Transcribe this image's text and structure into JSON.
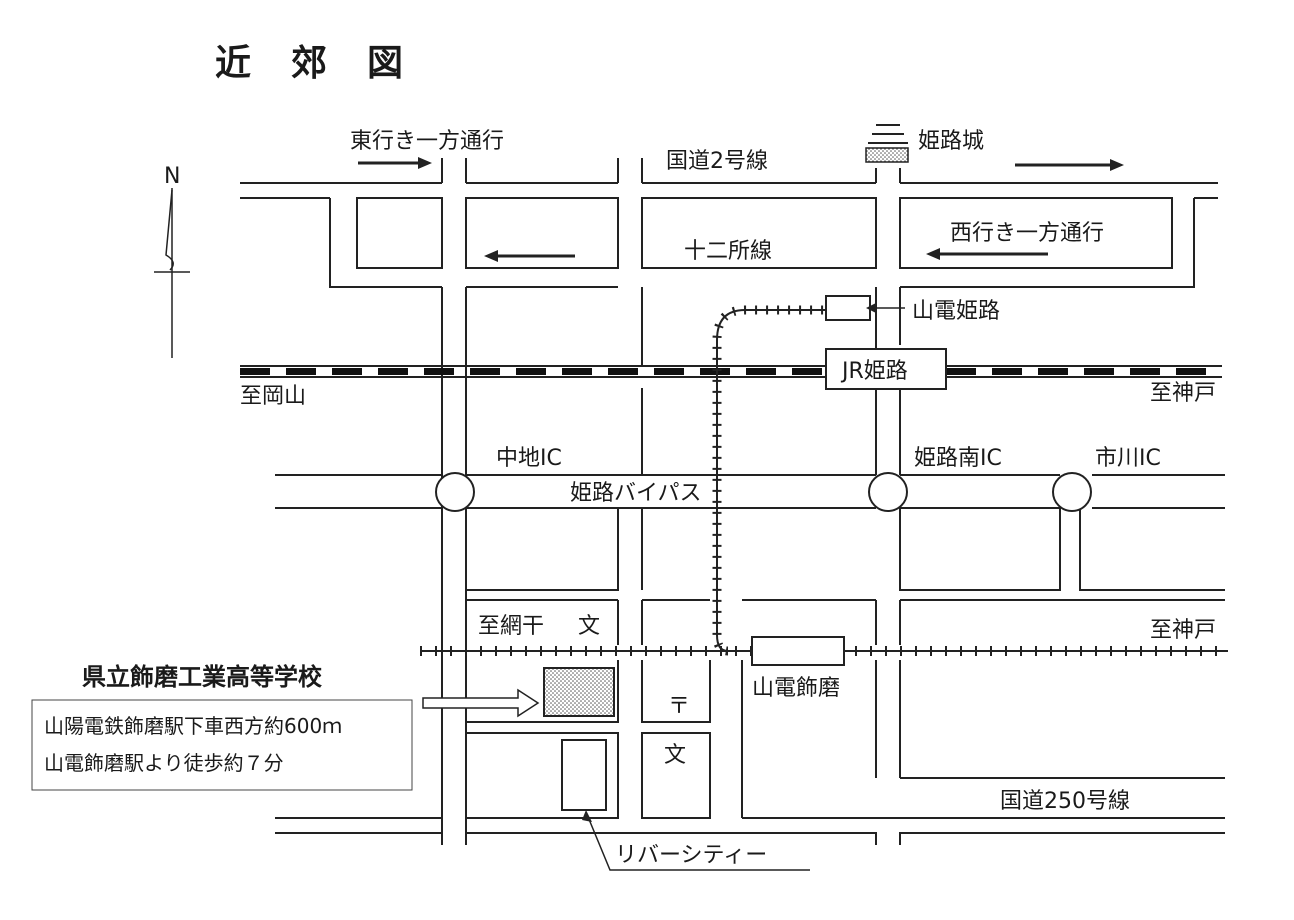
{
  "title": "近　郊　図",
  "compass": {
    "label": "N"
  },
  "roads": {
    "national_2": "国道2号線",
    "juunisho": "十二所線",
    "bypass": "姫路バイパス",
    "national_250": "国道250号線",
    "oneway_east": "東行き一方通行",
    "oneway_west": "西行き一方通行"
  },
  "landmarks": {
    "himeji_castle": "姫路城",
    "sanden_himeji": "山電姫路",
    "jr_himeji": "JR姫路",
    "sanden_shikama": "山電飾磨",
    "river_city": "リバーシティー",
    "school_mark_1": "文",
    "school_mark_2": "文",
    "post_office": "〒"
  },
  "interchanges": {
    "nakachi": "中地IC",
    "himeji_minami": "姫路南IC",
    "ichikawa": "市川IC"
  },
  "directions": {
    "to_okayama": "至岡山",
    "to_kobe_jr": "至神戸",
    "to_kobe_sanyo": "至神戸",
    "to_aboshi": "至網干"
  },
  "school": {
    "name": "県立飾磨工業高等学校",
    "access_line1": "山陽電鉄飾磨駅下車西方約600ｍ",
    "access_line2": "山電飾磨駅より徒歩約７分"
  }
}
